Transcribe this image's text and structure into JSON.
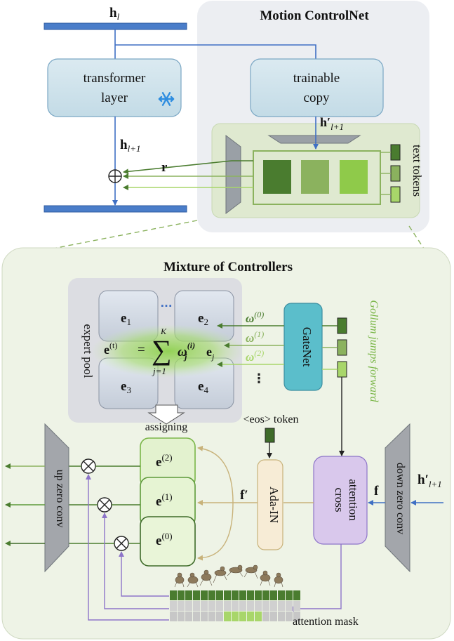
{
  "top": {
    "h_l": "h",
    "h_l_sub": "l",
    "transformer_line1": "transformer",
    "transformer_line2": "layer",
    "h_l1": "h",
    "h_l1_sub": "l+1",
    "r_label": "r"
  },
  "controlnet": {
    "title": "Motion ControlNet",
    "trainable_line1": "trainable",
    "trainable_line2": "copy",
    "h_prime": "h′",
    "h_prime_sub": "l+1",
    "text_tokens": "text tokens"
  },
  "moc": {
    "title": "Mixture of Controllers",
    "expert_pool": "expert pool",
    "experts": [
      "e",
      "e",
      "e",
      "e"
    ],
    "expert_subs": [
      "1",
      "2",
      "3",
      "4"
    ],
    "dots": "···",
    "formula_lhs": "e",
    "formula_lhs_sup": "(t)",
    "formula_eq": "=",
    "formula_sum": "∑",
    "formula_sum_top": "K",
    "formula_sum_bot": "j=1",
    "formula_omega": "ω",
    "formula_omega_sup": "(i)",
    "formula_omega_sub": "j",
    "formula_e": "e",
    "formula_e_sub": "j",
    "assigning": "assigning",
    "gatenet": "GateNet",
    "weights": [
      "ω",
      "ω",
      "ω"
    ],
    "weight_sups": [
      "(0)",
      "(1)",
      "(2)"
    ],
    "weight_more": "⋮",
    "caption": "Gollum jumps forward",
    "eos_token": "<eos> token",
    "ada_in": "Ada-IN",
    "cross_attention_line1": "cross",
    "cross_attention_line2": "attention",
    "f_label": "f",
    "f_prime_label": "f′",
    "h_prime": "h′",
    "h_prime_sub": "l+1",
    "down_zero_conv": "down zero conv",
    "up_zero_conv": "up zero conv",
    "stack_experts": [
      "e",
      "e",
      "e"
    ],
    "stack_sups": [
      "(2)",
      "(1)",
      "(0)"
    ],
    "attention_mask": "attention mask"
  },
  "colors": {
    "dark_green": "#4a7c2f",
    "mid_green": "#8bb25e",
    "light_green": "#a8d66a",
    "blue_line": "#3f6fc4",
    "panel_gray": "#eceef2",
    "moc_bg": "#eef3e6",
    "box_blue": "#d4e6ee",
    "purple": "#d9c8ec",
    "purple_line": "#8d74c9"
  },
  "mask_rows": [
    [
      1,
      1,
      1,
      1,
      1,
      1,
      1,
      1,
      1,
      1,
      1,
      1,
      1,
      1,
      1,
      1,
      1
    ],
    [
      0,
      0,
      0,
      0,
      0,
      0,
      0,
      0,
      0,
      0,
      0,
      0,
      0,
      0,
      0,
      0,
      0
    ],
    [
      0,
      0,
      0,
      0,
      0,
      0,
      0,
      2,
      2,
      2,
      2,
      2,
      0,
      0,
      0,
      0,
      0
    ]
  ]
}
